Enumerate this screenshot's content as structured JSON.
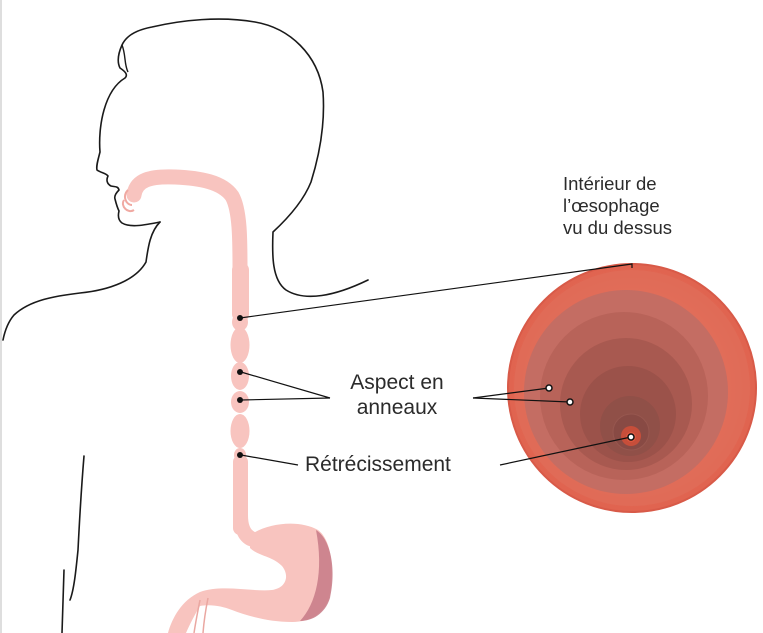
{
  "labels": {
    "interior_view": "Intérieur de\nl’œsophage\nvu du dessus",
    "ring_appearance": "Aspect en\nanneaux",
    "stricture": "Rétrécissement"
  },
  "colors": {
    "esophagus": "#f8c4bf",
    "stomach_shadow": "#c77a86",
    "outline": "#1a1a1a",
    "ring_outer": "#e4715f",
    "ring_inner": "#8f5048",
    "lumen": "#d4553f",
    "leader_line": "#111111"
  }
}
